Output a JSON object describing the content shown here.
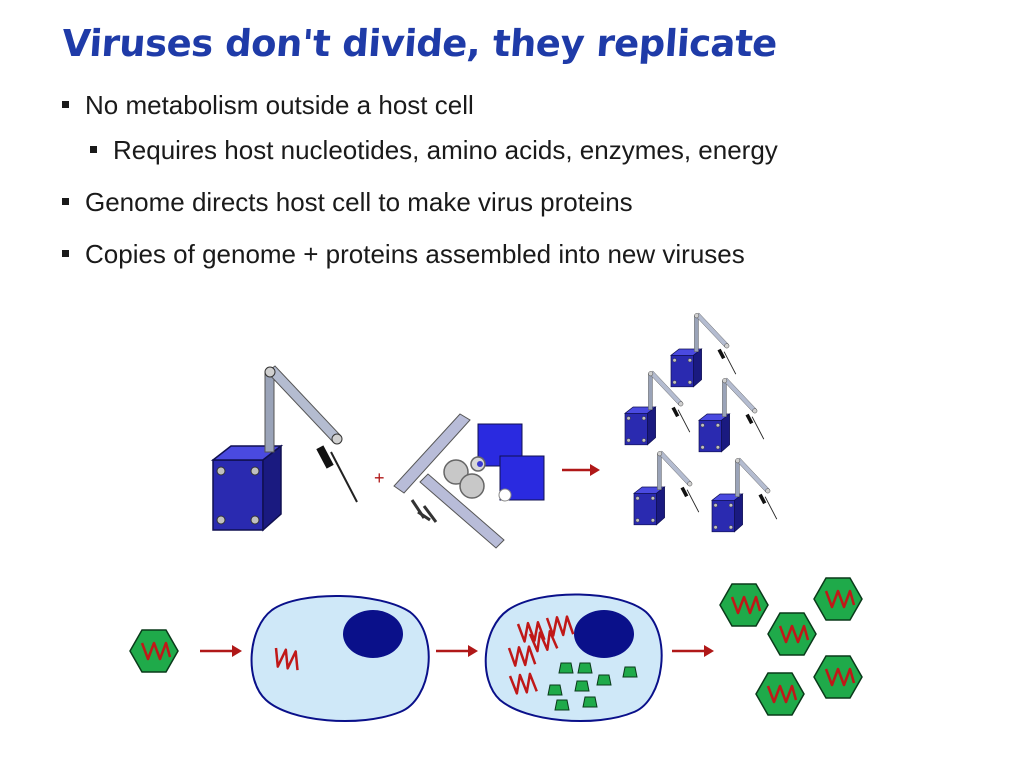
{
  "slide": {
    "title": "Viruses don't divide, they replicate",
    "bullets": [
      "No metabolism outside a host cell",
      "Requires host nucleotides, amino acids, enzymes, energy",
      "Genome directs host cell to make virus proteins",
      "Copies of genome + proteins assembled into new viruses"
    ]
  },
  "figure": {
    "plus_sign": "+",
    "colors": {
      "title": "#1f3ba8",
      "cube": "#2a2ab0",
      "arrow": "#b01818",
      "capsid": "#1faa4a",
      "genome": "#c01818",
      "cytoplasm": "#cfe8f8",
      "nucleus": "#0a108a"
    },
    "icons": [
      "robot-arm-icon",
      "parts-pile-icon",
      "virus-icon",
      "host-cell-icon",
      "arrow-icon"
    ]
  }
}
